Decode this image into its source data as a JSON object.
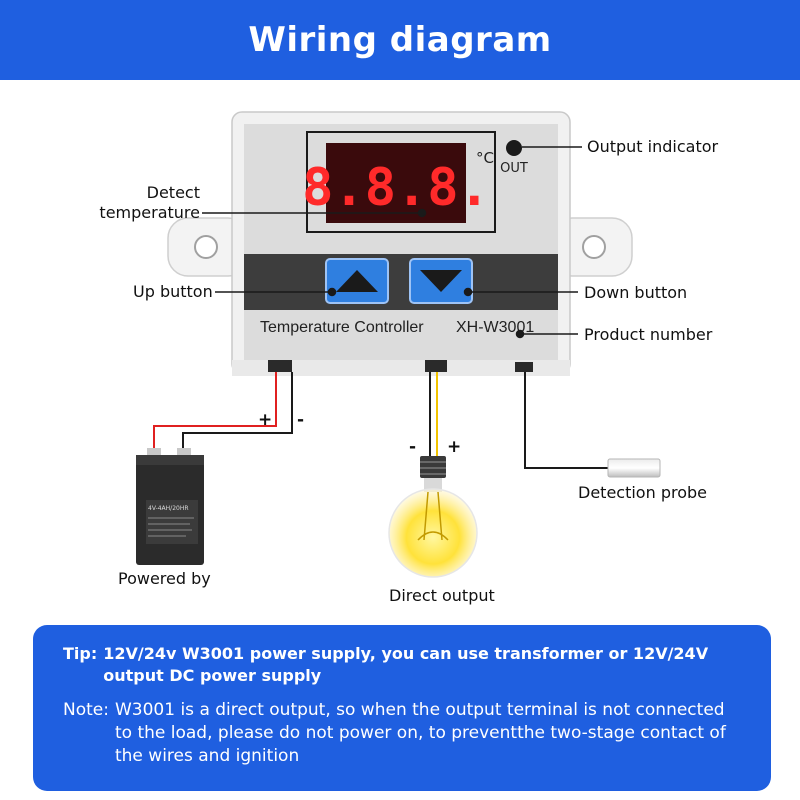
{
  "title": "Wiring diagram",
  "controller": {
    "display_digits": "8.8.8.",
    "unit": "°C",
    "out_label": "OUT",
    "product_text": "Temperature Controller",
    "model": "XH-W3001"
  },
  "labels": {
    "output_indicator": "Output indicator",
    "detect_temperature_1": "Detect",
    "detect_temperature_2": "temperature",
    "up_button": "Up button",
    "down_button": "Down button",
    "product_number": "Product number",
    "powered_by": "Powered by",
    "direct_output": "Direct output",
    "detection_probe": "Detection probe"
  },
  "polarity": {
    "plus": "+",
    "minus": "-"
  },
  "battery_text": {
    "rating": "4V-4AH/20HR"
  },
  "tips": {
    "tip_lead": "Tip:",
    "tip_text": "12V/24v W3001 power supply, you can use transformer or 12V/24V output DC power supply",
    "note_lead": "Note:",
    "note_text": "W3001 is a direct output, so when the output terminal is not connected to the load, please do not power on, to preventthe two-stage contact of the wires and ignition"
  },
  "colors": {
    "brand_blue": "#1f5fe0",
    "display_red": "#ff2a2a",
    "button_blue": "#2f7fe0",
    "wire_red": "#e02020",
    "wire_yellow": "#f2c400"
  }
}
